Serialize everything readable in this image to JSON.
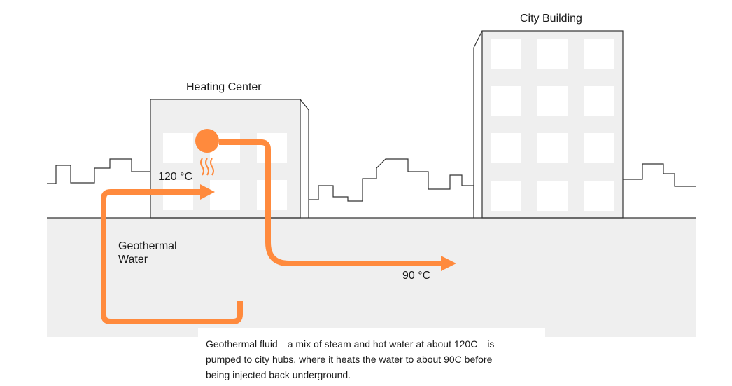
{
  "labels": {
    "heating_center": "Heating Center",
    "city_building": "City Building",
    "temp_in": "120 °C",
    "temp_out": "90 °C",
    "geothermal_line1": "Geothermal",
    "geothermal_line2": "Water"
  },
  "caption": {
    "line1": "Geothermal fluid—a mix of steam and hot water at about 120C—is",
    "line2": "pumped to city hubs, where it heats the water to about 90C before",
    "line3": "being injected back underground."
  },
  "colors": {
    "flow": "#ff8a3d",
    "ground": "#efefef",
    "outline": "#333333",
    "building_fill": "#efefef",
    "window": "#ffffff"
  }
}
